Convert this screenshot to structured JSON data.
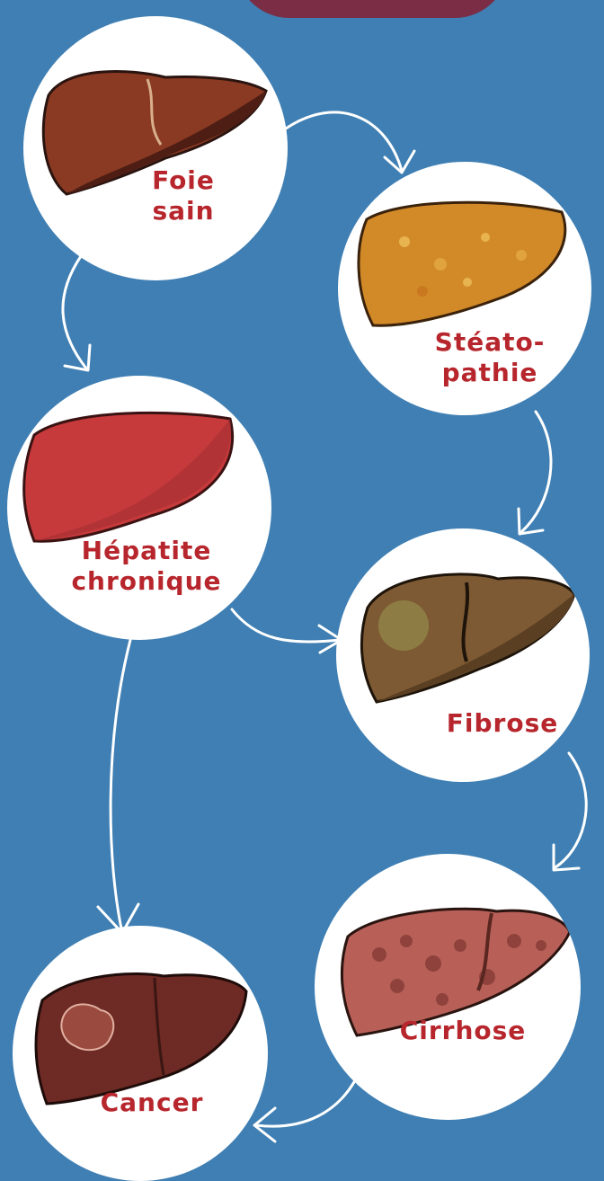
{
  "stages": {
    "healthy": {
      "label_line1": "Foie",
      "label_line2": "sain",
      "color": "#8a3a22"
    },
    "steatosis": {
      "label_line1": "Stéato-",
      "label_line2": "pathie",
      "color": "#d28a28"
    },
    "hepatitis": {
      "label_line1": "Hépatite",
      "label_line2": "chronique",
      "color": "#c63a3c"
    },
    "fibrosis": {
      "label": "Fibrose",
      "color": "#7d5a34"
    },
    "cirrhosis": {
      "label": "Cirrhose",
      "color": "#b86058"
    },
    "cancer": {
      "label": "Cancer",
      "color": "#6e2a24"
    }
  },
  "colors": {
    "background": "#3f7fb3",
    "banner": "#7a2d45",
    "label_text": "#b7262c",
    "circle": "#ffffff",
    "arrow": "#ffffff"
  },
  "flow": [
    [
      "healthy",
      "steatosis"
    ],
    [
      "healthy",
      "hepatitis"
    ],
    [
      "steatosis",
      "fibrosis"
    ],
    [
      "hepatitis",
      "fibrosis"
    ],
    [
      "hepatitis",
      "cancer"
    ],
    [
      "fibrosis",
      "cirrhosis"
    ],
    [
      "cirrhosis",
      "cancer"
    ]
  ]
}
